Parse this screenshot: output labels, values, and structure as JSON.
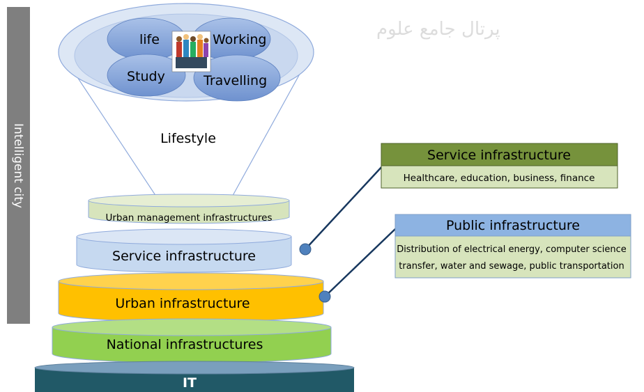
{
  "side_label": "Intelligent city",
  "lifestyle": {
    "caption": "Lifestyle",
    "activities": [
      "life",
      "Working",
      "Study",
      "Travelling"
    ]
  },
  "layers": [
    {
      "label": "Urban management infrastructures",
      "color": "#d7e4bc"
    },
    {
      "label": "Service infrastructure",
      "color": "#c6d9f0"
    },
    {
      "label": "Urban infrastructure",
      "color": "#ffc000"
    },
    {
      "label": "National infrastructures",
      "color": "#92d050"
    },
    {
      "label": "IT",
      "color": "#215967"
    }
  ],
  "callouts": [
    {
      "title": "Service infrastructure",
      "body": "Healthcare, education, business, finance",
      "title_color": "#76923c",
      "body_color": "#d7e4bc"
    },
    {
      "title": "Public infrastructure",
      "body_line1": "Distribution of electrical energy, computer science",
      "body_line2": "transfer, water and sewage, public transportation",
      "title_color": "#8db3e2",
      "body_color": "#d7e4bc"
    }
  ],
  "colors": {
    "side_bar": "#7f7f7f",
    "connector": "#17375e",
    "ellipse": "#8eaadb",
    "dot": "#4f81bd"
  }
}
